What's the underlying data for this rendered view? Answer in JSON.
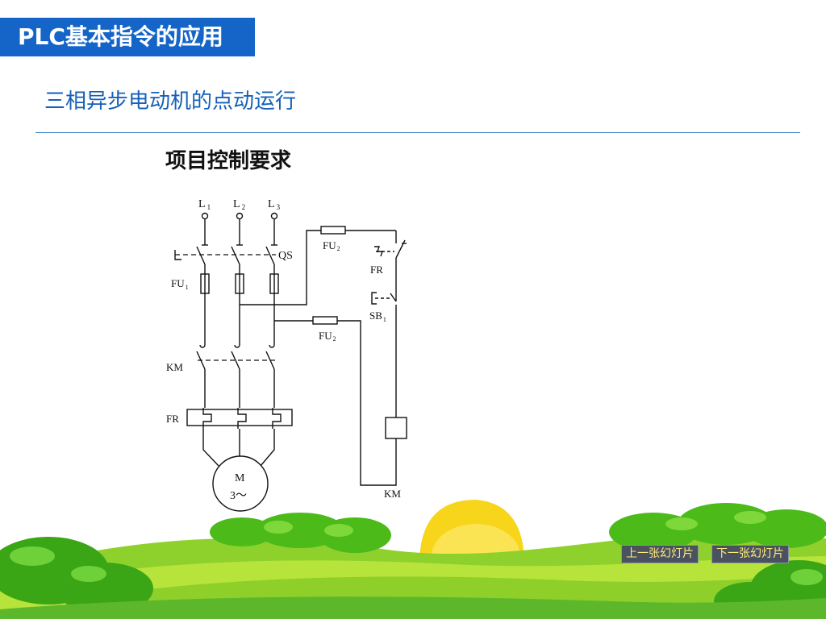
{
  "header": {
    "title": "PLC基本指令的应用"
  },
  "subtitle": "三相异步电动机的点动运行",
  "section_heading": "项目控制要求",
  "diagram": {
    "labels": {
      "l1": "L",
      "l1_sub": "1",
      "l2": "L",
      "l2_sub": "2",
      "l3": "L",
      "l3_sub": "3",
      "qs": "QS",
      "fu1": "FU",
      "fu1_sub": "1",
      "fu2_top": "FU",
      "fu2_top_sub": "2",
      "fu2_mid": "FU",
      "fu2_mid_sub": "2",
      "fr_contact": "FR",
      "sb1": "SB",
      "sb1_sub": "1",
      "km_main": "KM",
      "fr_relay": "FR",
      "motor_m": "M",
      "motor_phase": "3～",
      "km_coil": "KM"
    }
  },
  "navigation": {
    "prev_label": "上一张幻灯片",
    "next_label": "下一张幻灯片"
  },
  "colors": {
    "title_bar": "#1565c8",
    "subtitle_text": "#1560b8",
    "rule": "#4a8ac8"
  }
}
